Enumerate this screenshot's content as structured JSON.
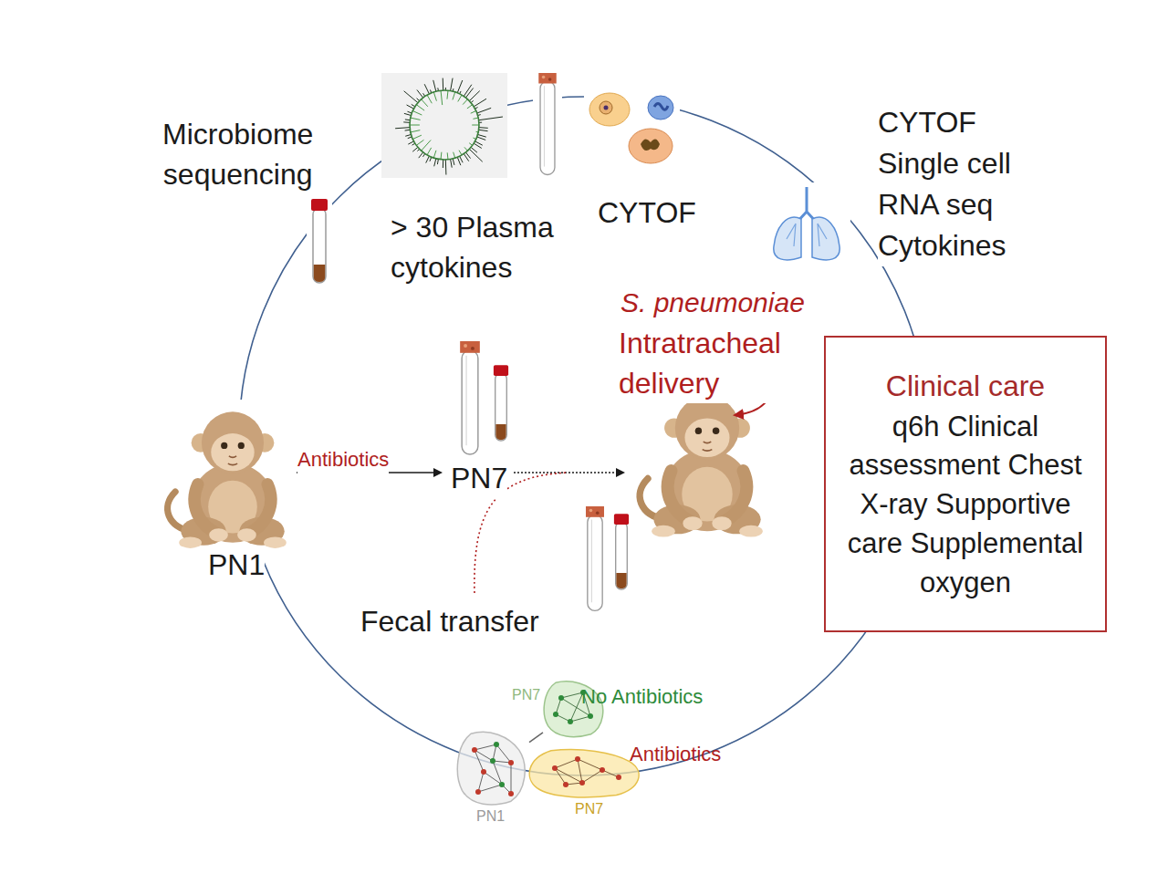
{
  "diagram": {
    "nodes": [
      {
        "text": [
          "Clinical care",
          "q6h Clinical assessment Chest X-ray Supportive care Supplemental oxygen"
        ]
      },
      {
        "text": [
          "PN1"
        ]
      },
      {
        "text": [
          "PN7",
          "No Antibiotics"
        ]
      },
      {
        "text": [
          "Antibiotics",
          "PN7"
        ]
      }
    ],
    "edges": [
      {
        "from": 1,
        "to": 2,
        "arrow": "none"
      }
    ],
    "labels": [
      "Microbiome sequencing",
      "> 30 Plasma cytokines",
      "CYTOF",
      "CYTOF",
      "Single cell",
      "RNA seq",
      "Cytokines",
      "S. pneumoniae",
      "Intratracheal delivery",
      "Antibiotics",
      "PN1",
      "PN7",
      "Fecal transfer"
    ]
  }
}
